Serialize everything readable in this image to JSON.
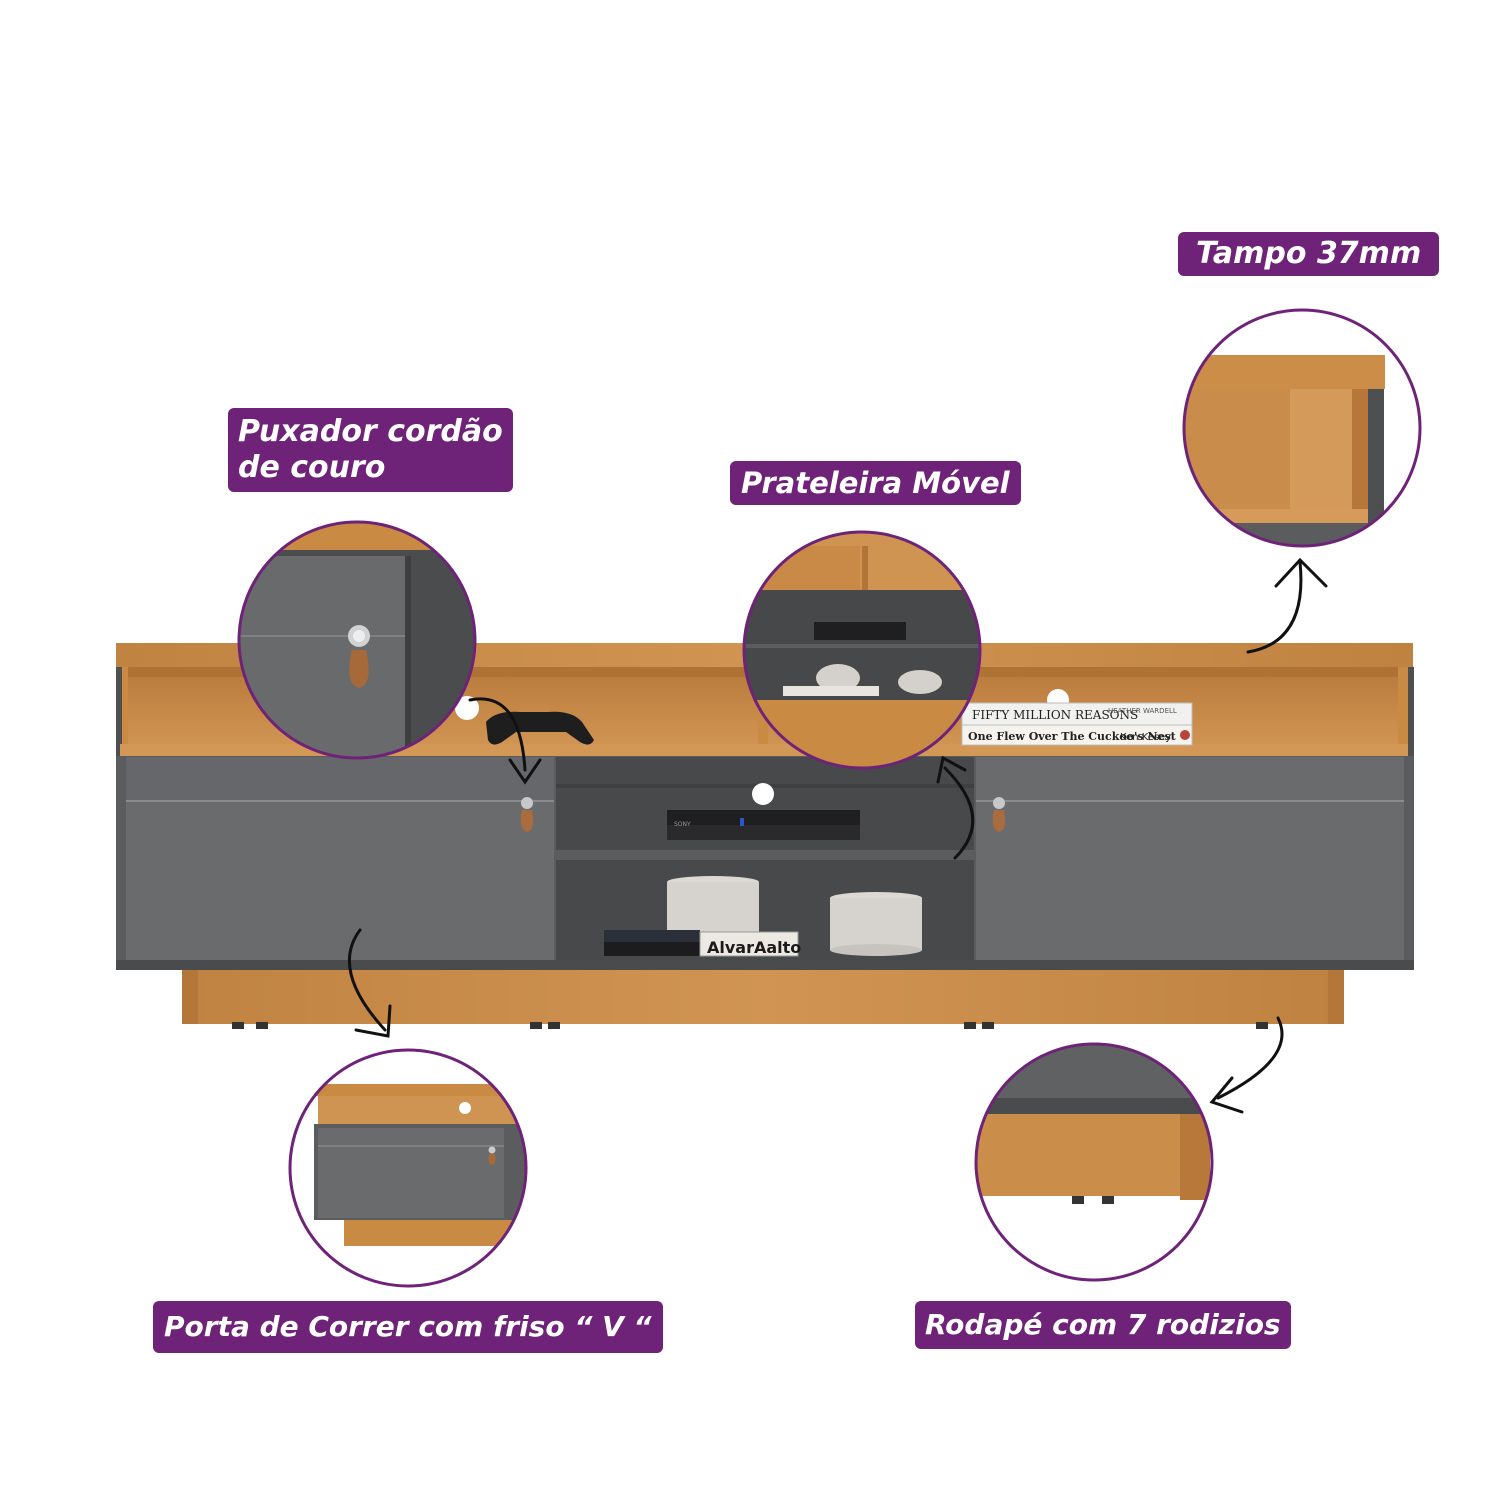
{
  "callouts": {
    "tampo": "Tampo 37mm",
    "puxador_line1": "Puxador cordão",
    "puxador_line2": "de couro",
    "prateleira": "Prateleira Móvel",
    "porta": "Porta de Correr com friso “ V “",
    "rodape": "Rodapé com 7 rodizios"
  },
  "props": {
    "book_top_title": "FIFTY MILLION REASONS",
    "book_top_author": "HEATHER WARDELL",
    "book_bottom_title": "One Flew Over The Cuckoo's Nest",
    "book_bottom_author": "Ken Kesey",
    "book_shelf_title": "AlvarAalto",
    "console_brand": "SONY"
  },
  "colors": {
    "accent": "#6e2378",
    "wood": "#c98a43",
    "gray": "#5b5c5e"
  }
}
